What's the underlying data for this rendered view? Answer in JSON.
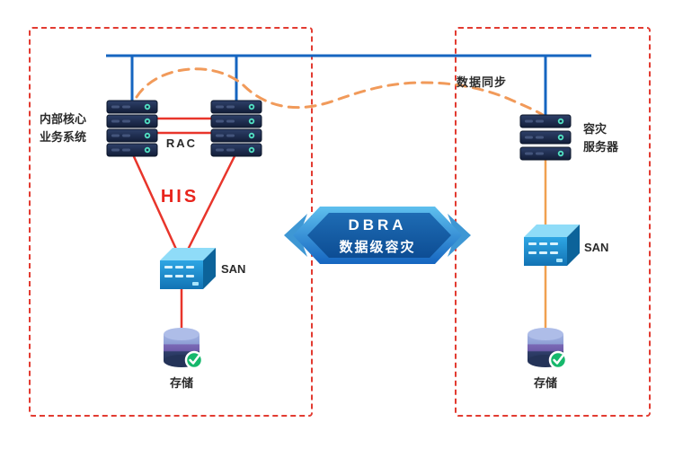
{
  "zones": {
    "left": {
      "system_name_line1": "内部核心",
      "system_name_line2": "业务系统",
      "cluster_label": "RAC",
      "his_label": "HIS",
      "san_label": "SAN",
      "storage_label": "存储"
    },
    "right": {
      "server_name_line1": "容灾",
      "server_name_line2": "服务器",
      "san_label": "SAN",
      "storage_label": "存储"
    }
  },
  "center": {
    "sync_label": "数据同步",
    "banner_title": "DBRA",
    "banner_subtitle": "数据级容灾"
  },
  "colors": {
    "zone_border": "#e23b31",
    "network_line": "#1565c0",
    "cluster_line": "#e8352b",
    "his_text": "#e8251d",
    "sync_line": "#f19a5a",
    "dr_line": "#f0a050",
    "banner_chevron": "#3e97d4",
    "banner_inner": "#0d4d94",
    "check_green": "#16b86c"
  }
}
